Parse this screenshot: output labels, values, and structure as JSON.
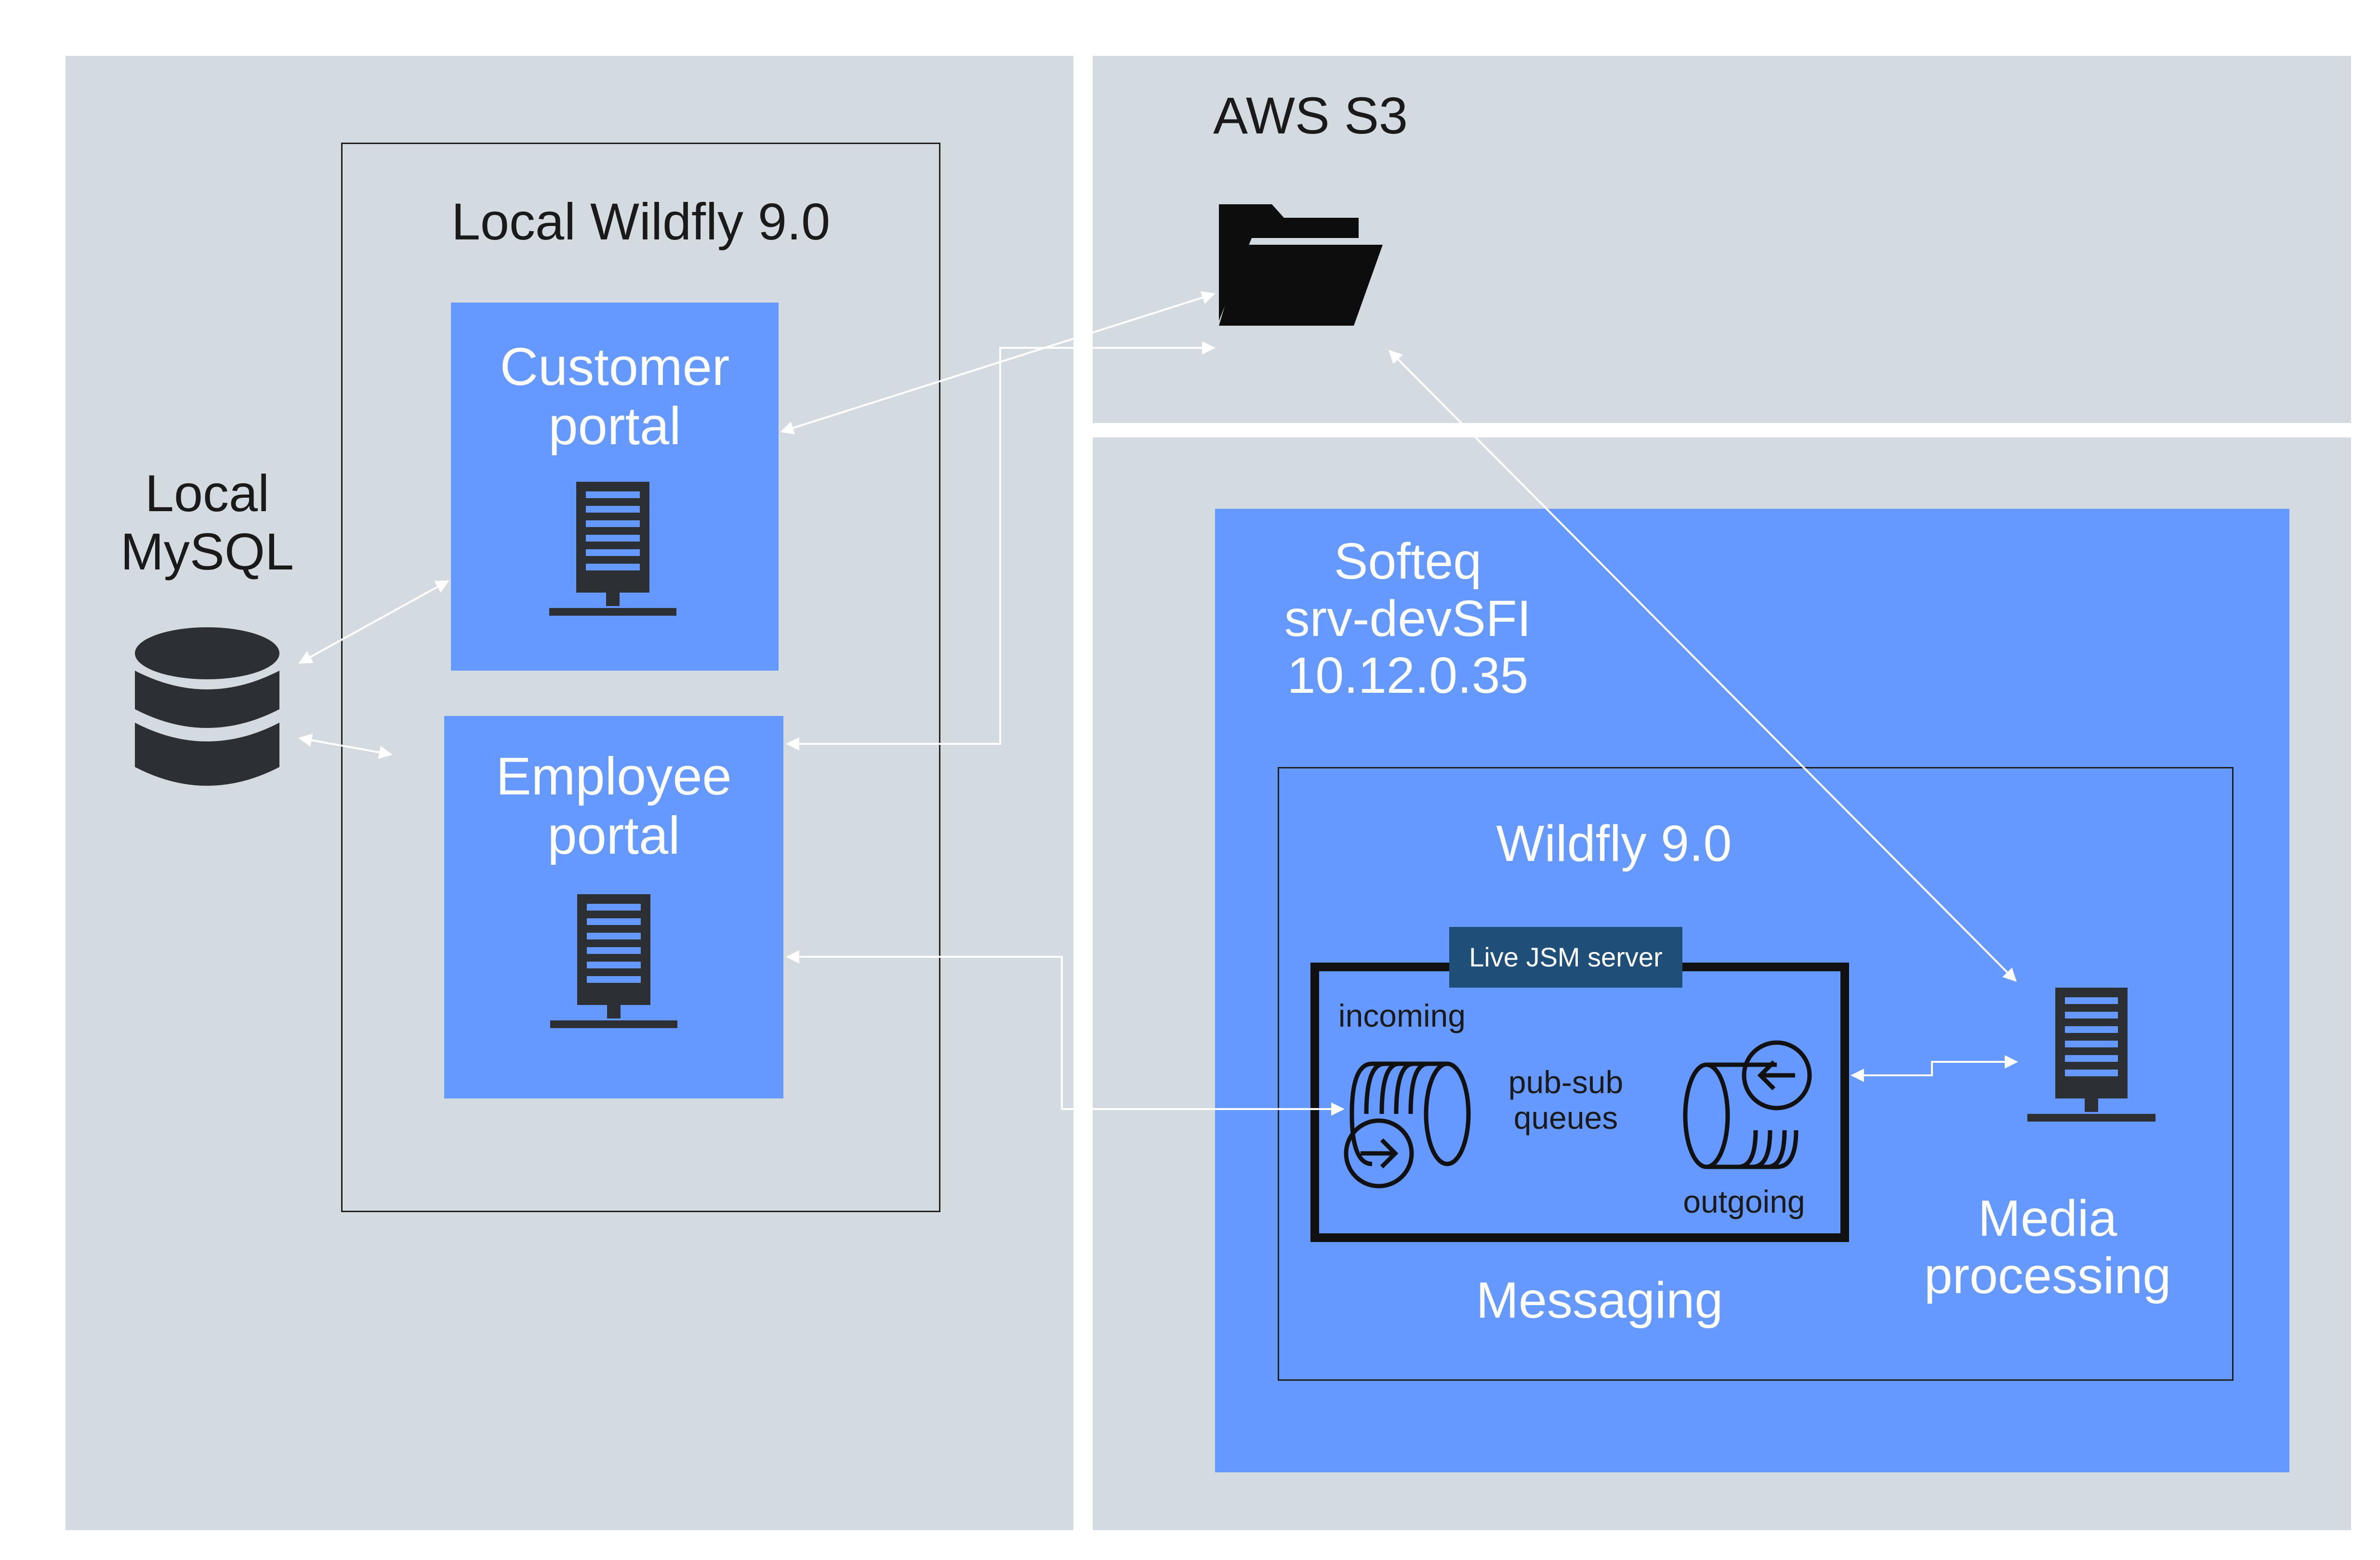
{
  "colors": {
    "zone_bg": "#d3dbe0",
    "blue_box": "#6699ff",
    "dark_icon": "#2c2f33",
    "tag_bg": "#1f4e79",
    "connector": "#ffffff"
  },
  "left_zone": {
    "database_label": "Local\nMySQL",
    "database_icon": "database-icon",
    "server_frame": {
      "title": "Local Wildfly 9.0",
      "customer_portal": {
        "label": "Customer\nportal",
        "icon": "server-icon"
      },
      "employee_portal": {
        "label": "Employee\nportal",
        "icon": "server-icon"
      }
    }
  },
  "aws_zone": {
    "title": "AWS S3",
    "icon": "folder-open-icon"
  },
  "softeq_zone": {
    "host_label": "Softeq\nsrv-devSFI\n10.12.0.35",
    "wildfly": {
      "title": "Wildfly 9.0",
      "jsm_tag": "Live JSM server",
      "incoming_label": "incoming",
      "queues_label": "pub-sub\nqueues",
      "outgoing_label": "outgoing",
      "messaging_label": "Messaging",
      "media_label": "Media\nprocessing",
      "media_icon": "server-icon"
    }
  }
}
